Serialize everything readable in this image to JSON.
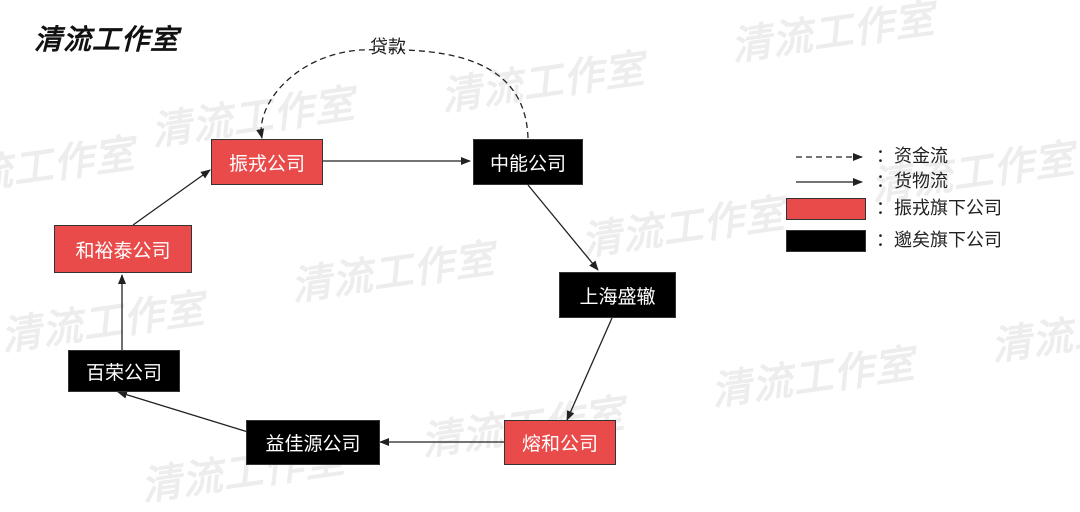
{
  "logo": {
    "text": "清流工作室"
  },
  "watermark": {
    "text": "清流工作室"
  },
  "diagram": {
    "edge_label": "贷款",
    "nodes": {
      "zhenrong": {
        "label": "振戎公司",
        "color": "#e94a4a"
      },
      "zhongneng": {
        "label": "中能公司",
        "color": "#000000"
      },
      "shanghai": {
        "label": "上海盛辙",
        "color": "#000000"
      },
      "ronghe": {
        "label": "熔和公司",
        "color": "#e94a4a"
      },
      "yijiayuan": {
        "label": "益佳源公司",
        "color": "#000000"
      },
      "bairong": {
        "label": "百荣公司",
        "color": "#000000"
      },
      "heyutai": {
        "label": "和裕泰公司",
        "color": "#e94a4a"
      }
    }
  },
  "legend": {
    "dashed": "：资金流",
    "solid": "：货物流",
    "red": "：振戎旗下公司",
    "black": "：邈矣旗下公司"
  }
}
